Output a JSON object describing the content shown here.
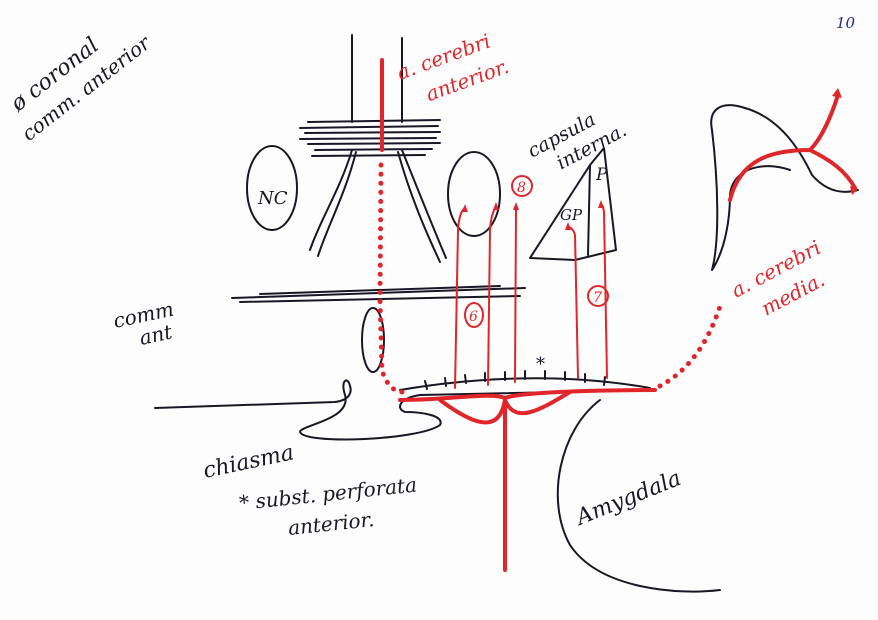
{
  "page_number": "10",
  "title_note": {
    "line1": "ø coronal",
    "line2": "comm. anterior"
  },
  "labels": {
    "a_cerebri_anterior": {
      "line1": "a. cerebri",
      "line2": "anterior."
    },
    "capsula_interna": {
      "line1": "capsula",
      "line2": "interna."
    },
    "nc": "NC",
    "gp": "GP",
    "p": "P",
    "comm_ant": {
      "line1": "comm",
      "line2": "ant"
    },
    "chiasma": "chiasma",
    "subst_perforata": {
      "line1": "* subst. perforata",
      "line2": "anterior."
    },
    "amygdala": "Amygdala",
    "a_cerebri_media": {
      "line1": "a. cerebri",
      "line2": "media."
    },
    "star": "*"
  },
  "branch_numbers": [
    "8",
    "6",
    "7"
  ],
  "colors": {
    "ink": "#1a1626",
    "artery": "#e0262a",
    "page_number": "#1c2a8c"
  }
}
